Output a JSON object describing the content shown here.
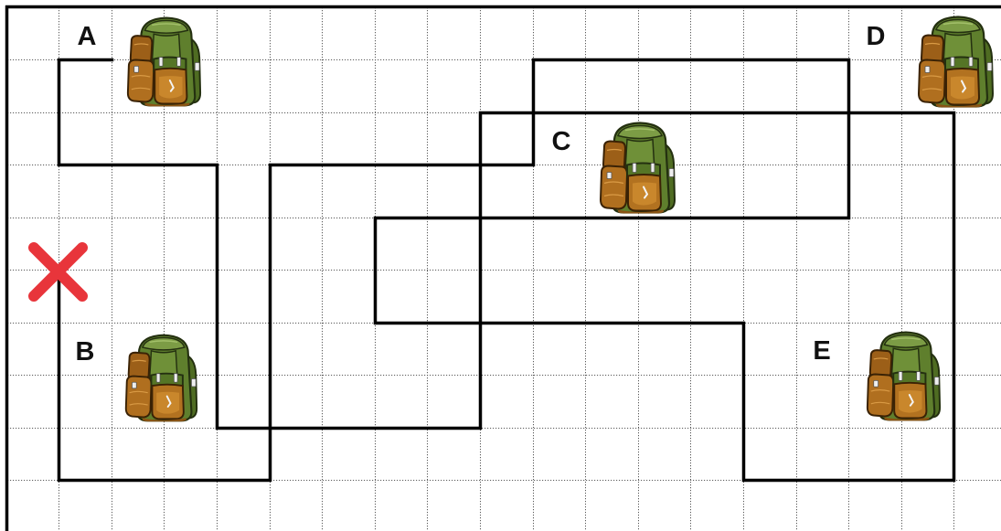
{
  "puzzle": {
    "start_marker": {
      "icon": "red-x-icon",
      "color": "#e8353b"
    },
    "path": {
      "color": "#000000"
    },
    "grid": {
      "visible": true,
      "style": "dotted",
      "color": "#5a5a5a"
    },
    "backpacks": [
      {
        "label": "A",
        "icon": "backpack-icon"
      },
      {
        "label": "B",
        "icon": "backpack-icon"
      },
      {
        "label": "C",
        "icon": "backpack-icon"
      },
      {
        "label": "D",
        "icon": "backpack-icon"
      },
      {
        "label": "E",
        "icon": "backpack-icon"
      }
    ]
  }
}
